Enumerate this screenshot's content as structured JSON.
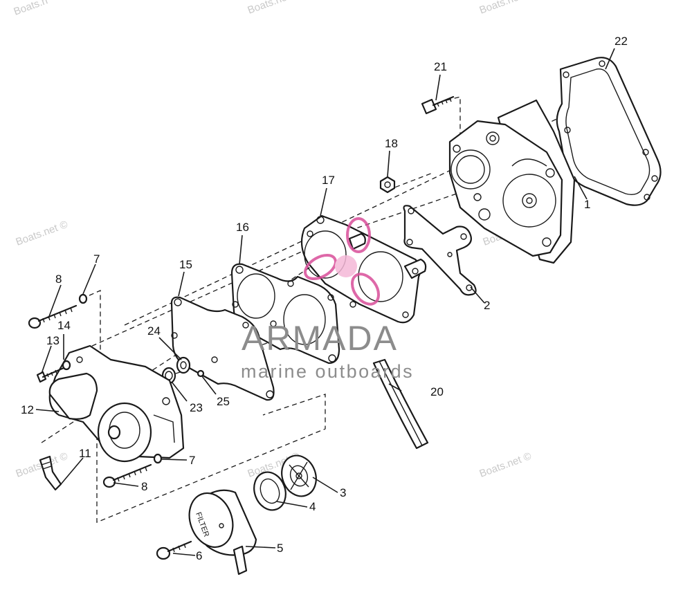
{
  "watermark_text": "Boats.net ©",
  "watermark_top": "Boats.net",
  "watermark_top2": "Boats.n",
  "brand": {
    "name": "ARMADA",
    "tagline": "marine outboards",
    "name_color": "#8c8c8c",
    "tagline_color": "#8c8c8c",
    "accent_color": "#d94e9a"
  },
  "filter_label": "FILTER",
  "callouts": [
    "1",
    "2",
    "3",
    "4",
    "5",
    "6",
    "7",
    "7",
    "8",
    "8",
    "11",
    "12",
    "13",
    "14",
    "15",
    "16",
    "17",
    "18",
    "20",
    "21",
    "22",
    "23",
    "24",
    "25"
  ]
}
